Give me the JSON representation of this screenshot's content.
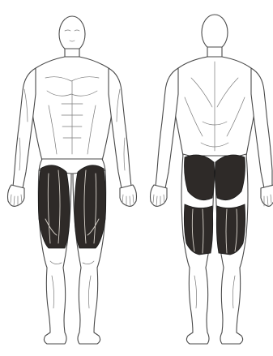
{
  "diagram": {
    "views": [
      {
        "id": "front",
        "highlighted_muscles": [
          "quadriceps-left",
          "quadriceps-right"
        ]
      },
      {
        "id": "back",
        "highlighted_muscles": [
          "gluteus-left",
          "gluteus-right",
          "hamstrings-left",
          "hamstrings-right"
        ]
      }
    ],
    "colors": {
      "highlight": "#2e2a28",
      "outline": "#4a4a4a",
      "background": "#ffffff"
    }
  }
}
